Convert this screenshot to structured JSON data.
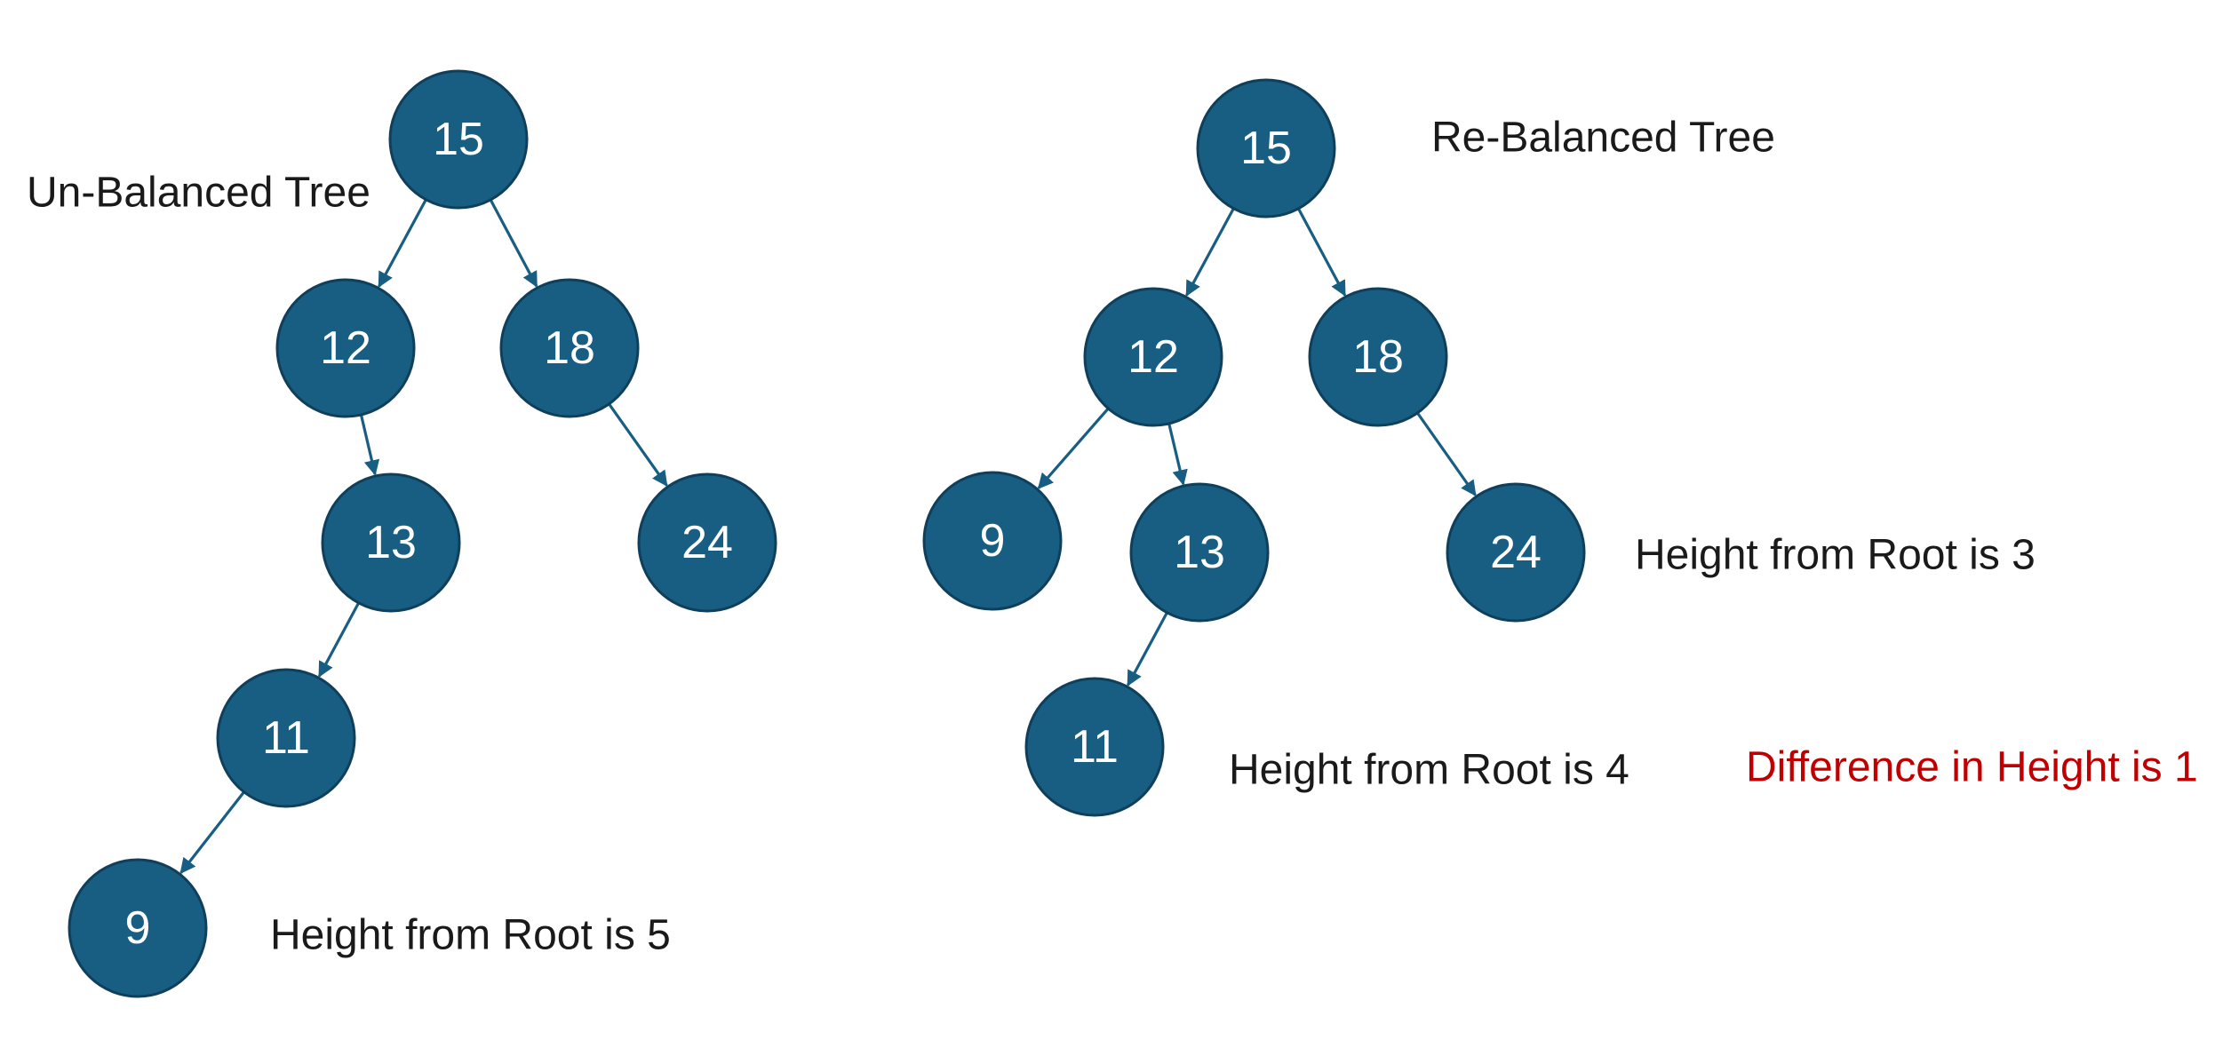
{
  "colors": {
    "node_fill": "#175e82",
    "edge": "#175e82",
    "text": "#1a1a1a",
    "highlight": "#c00000"
  },
  "trees": [
    {
      "title": "Un-Balanced Tree",
      "nodes": [
        {
          "id": "u15",
          "value": "15"
        },
        {
          "id": "u12",
          "value": "12"
        },
        {
          "id": "u18",
          "value": "18"
        },
        {
          "id": "u13",
          "value": "13"
        },
        {
          "id": "u24",
          "value": "24"
        },
        {
          "id": "u11",
          "value": "11"
        },
        {
          "id": "u9",
          "value": "9"
        }
      ],
      "edges": [
        [
          "u15",
          "u12"
        ],
        [
          "u15",
          "u18"
        ],
        [
          "u12",
          "u13"
        ],
        [
          "u18",
          "u24"
        ],
        [
          "u13",
          "u11"
        ],
        [
          "u11",
          "u9"
        ]
      ],
      "height_note": "Height from Root is 5"
    },
    {
      "title": "Re-Balanced Tree",
      "nodes": [
        {
          "id": "r15",
          "value": "15"
        },
        {
          "id": "r12",
          "value": "12"
        },
        {
          "id": "r18",
          "value": "18"
        },
        {
          "id": "r9",
          "value": "9"
        },
        {
          "id": "r13",
          "value": "13"
        },
        {
          "id": "r24",
          "value": "24"
        },
        {
          "id": "r11",
          "value": "11"
        }
      ],
      "edges": [
        [
          "r15",
          "r12"
        ],
        [
          "r15",
          "r18"
        ],
        [
          "r12",
          "r9"
        ],
        [
          "r12",
          "r13"
        ],
        [
          "r18",
          "r24"
        ],
        [
          "r13",
          "r11"
        ]
      ],
      "height_notes": [
        "Height from Root is 3",
        "Height from Root is 4"
      ],
      "difference_note": "Difference in Height is 1"
    }
  ]
}
